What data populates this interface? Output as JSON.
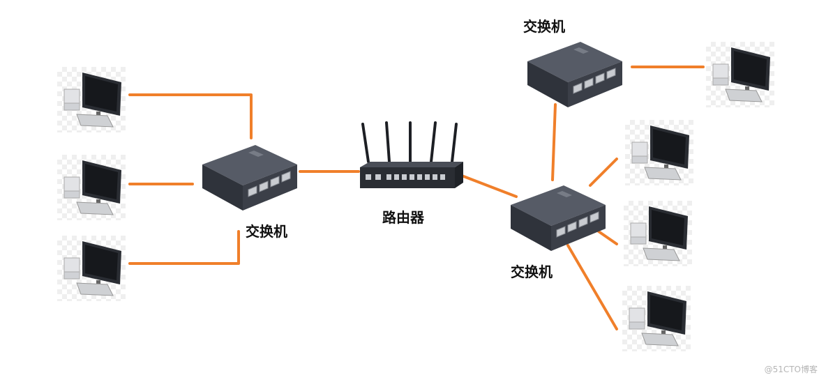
{
  "diagram": {
    "labels": {
      "router": "路由器",
      "switch_left": "交换机",
      "switch_top_right": "交换机",
      "switch_right": "交换机"
    },
    "watermark": "@51CTO博客",
    "colors": {
      "link": "#f07f2a",
      "device_body": "#3b3f48",
      "device_top": "#565b66",
      "port": "#c9ccd1"
    },
    "icons": {
      "router": "router-icon",
      "switch": "switch-icon",
      "computer": "desktop-computer-icon"
    }
  }
}
